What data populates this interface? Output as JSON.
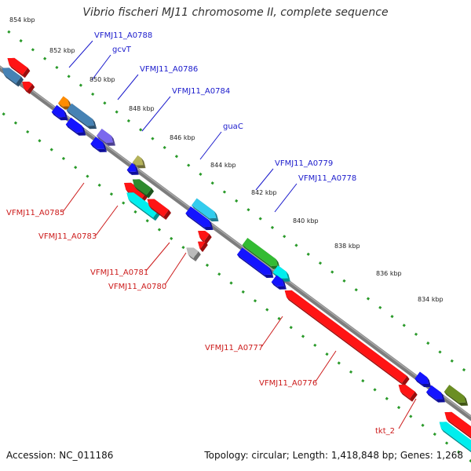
{
  "title": "Vibrio fischeri MJ11 chromosome II, complete sequence",
  "footer": {
    "accession": "Accession: NC_011186",
    "summary": "Topology: circular; Length: 1,418,848 bp; Genes: 1,268"
  },
  "colors": {
    "backbone": "#7d7d7d",
    "tick_dots": "#2a9a2a",
    "forward_label": "#1a1acc",
    "reverse_label": "#cc1a1a",
    "red": "#ff1414",
    "blue": "#1414ff",
    "steelblue": "#4682b4",
    "orange": "#ff8c00",
    "mediumpurple": "#7b68ee",
    "khaki": "#b5b35a",
    "deepskyblue": "#33ccee",
    "limegreen": "#33bb33",
    "cyan": "#00eeee",
    "olive": "#6b8e23",
    "silver": "#bbbbbb",
    "darkgreen": "#2e8b2e"
  },
  "tick_labels": [
    "854 kbp",
    "852 kbp",
    "850 kbp",
    "848 kbp",
    "846 kbp",
    "844 kbp",
    "842 kbp",
    "840 kbp",
    "838 kbp",
    "836 kbp",
    "834 kbp"
  ],
  "forward_genes": [
    {
      "label": "VFMJ11_A0788"
    },
    {
      "label": "gcvT"
    },
    {
      "label": "VFMJ11_A0786"
    },
    {
      "label": "VFMJ11_A0784"
    },
    {
      "label": "guaC"
    },
    {
      "label": "VFMJ11_A0779"
    },
    {
      "label": "VFMJ11_A0778"
    }
  ],
  "reverse_genes": [
    {
      "label": "VFMJ11_A0785"
    },
    {
      "label": "VFMJ11_A0783"
    },
    {
      "label": "VFMJ11_A0781"
    },
    {
      "label": "VFMJ11_A0780"
    },
    {
      "label": "VFMJ11_A0777"
    },
    {
      "label": "VFMJ11_A0776"
    },
    {
      "label": "tkt_2"
    }
  ]
}
